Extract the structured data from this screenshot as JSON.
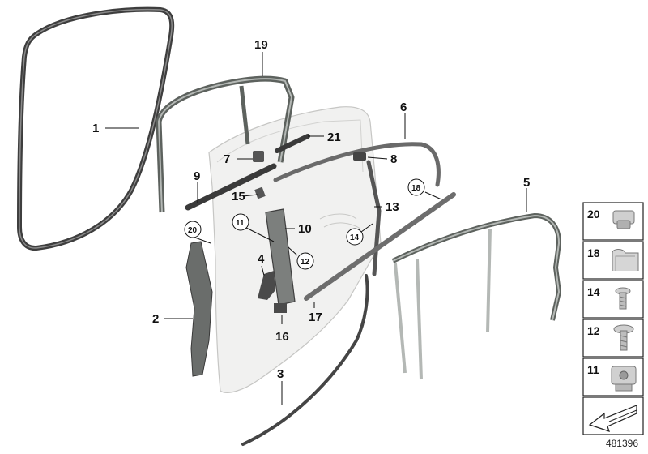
{
  "callouts": [
    {
      "id": "1",
      "circled": false
    },
    {
      "id": "19",
      "circled": false
    },
    {
      "id": "6",
      "circled": false
    },
    {
      "id": "21",
      "circled": false
    },
    {
      "id": "7",
      "circled": false
    },
    {
      "id": "8",
      "circled": false
    },
    {
      "id": "9",
      "circled": false
    },
    {
      "id": "18",
      "circled": true
    },
    {
      "id": "5",
      "circled": false
    },
    {
      "id": "15",
      "circled": false
    },
    {
      "id": "13",
      "circled": false
    },
    {
      "id": "11",
      "circled": true
    },
    {
      "id": "10",
      "circled": false
    },
    {
      "id": "20",
      "circled": true
    },
    {
      "id": "14",
      "circled": true
    },
    {
      "id": "12",
      "circled": true
    },
    {
      "id": "4",
      "circled": false
    },
    {
      "id": "2",
      "circled": false
    },
    {
      "id": "17",
      "circled": false
    },
    {
      "id": "16",
      "circled": false
    },
    {
      "id": "3",
      "circled": false
    }
  ],
  "legend": [
    {
      "number": "20",
      "icon": "clip-icon"
    },
    {
      "number": "18",
      "icon": "retainer-clip-icon"
    },
    {
      "number": "14",
      "icon": "screw-icon"
    },
    {
      "number": "12",
      "icon": "flange-screw-icon"
    },
    {
      "number": "11",
      "icon": "nut-clip-icon"
    }
  ],
  "reference_number": "481396",
  "colors": {
    "seal": "#3e3e3e",
    "door": "#f1f1f0",
    "frame": "#5d625e"
  }
}
